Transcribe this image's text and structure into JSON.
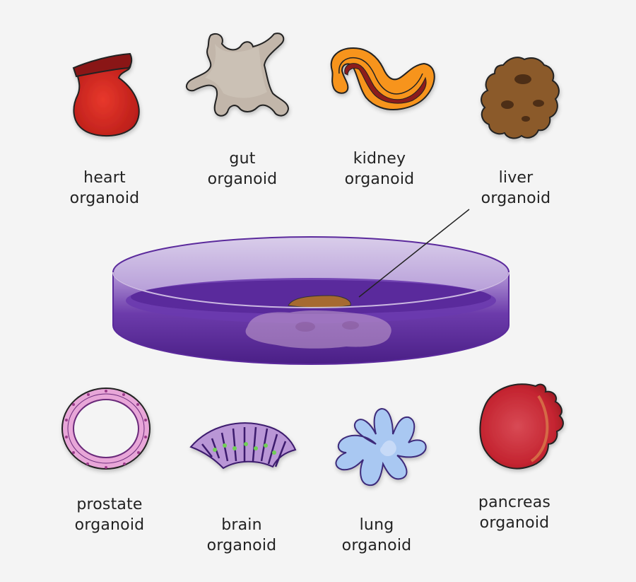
{
  "labels": {
    "heart": {
      "line1": "heart",
      "line2": "organoid"
    },
    "gut": {
      "line1": "gut",
      "line2": "organoid"
    },
    "kidney": {
      "line1": "kidney",
      "line2": "organoid"
    },
    "liver": {
      "line1": "liver",
      "line2": "organoid"
    },
    "prostate": {
      "line1": "prostate",
      "line2": "organoid"
    },
    "brain": {
      "line1": "brain",
      "line2": "organoid"
    },
    "lung": {
      "line1": "lung",
      "line2": "organoid"
    },
    "pancreas": {
      "line1": "pancreas",
      "line2": "organoid"
    }
  },
  "colors": {
    "background": "#f4f4f4",
    "heart": "#d4261f",
    "gut": "#bfb2a6",
    "kidney": "#f7941d",
    "liver": "#8b5a2b",
    "dish_medium": "#5b2a9c",
    "prostate": "#e8a6d8",
    "brain": "#6a3fa0",
    "lung": "#a9c8f2",
    "pancreas": "#d9333f"
  }
}
